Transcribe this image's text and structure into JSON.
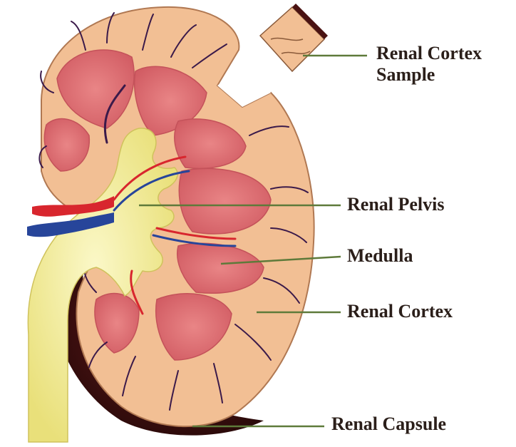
{
  "labels": {
    "renal_cortex_sample_line1": "Renal Cortex",
    "renal_cortex_sample_line2": "Sample",
    "renal_pelvis": "Renal Pelvis",
    "medulla": "Medulla",
    "renal_cortex": "Renal Cortex",
    "renal_capsule": "Renal Capsule"
  },
  "colors": {
    "cortex": "#f2bf94",
    "medulla": "#dd6a6e",
    "pelvis": "#f3f09a",
    "capsule": "#3a0e0e",
    "artery": "#d8262e",
    "vein": "#27459a",
    "vessel_line": "#3b1a4a",
    "leader_line": "#5e7a3a"
  }
}
